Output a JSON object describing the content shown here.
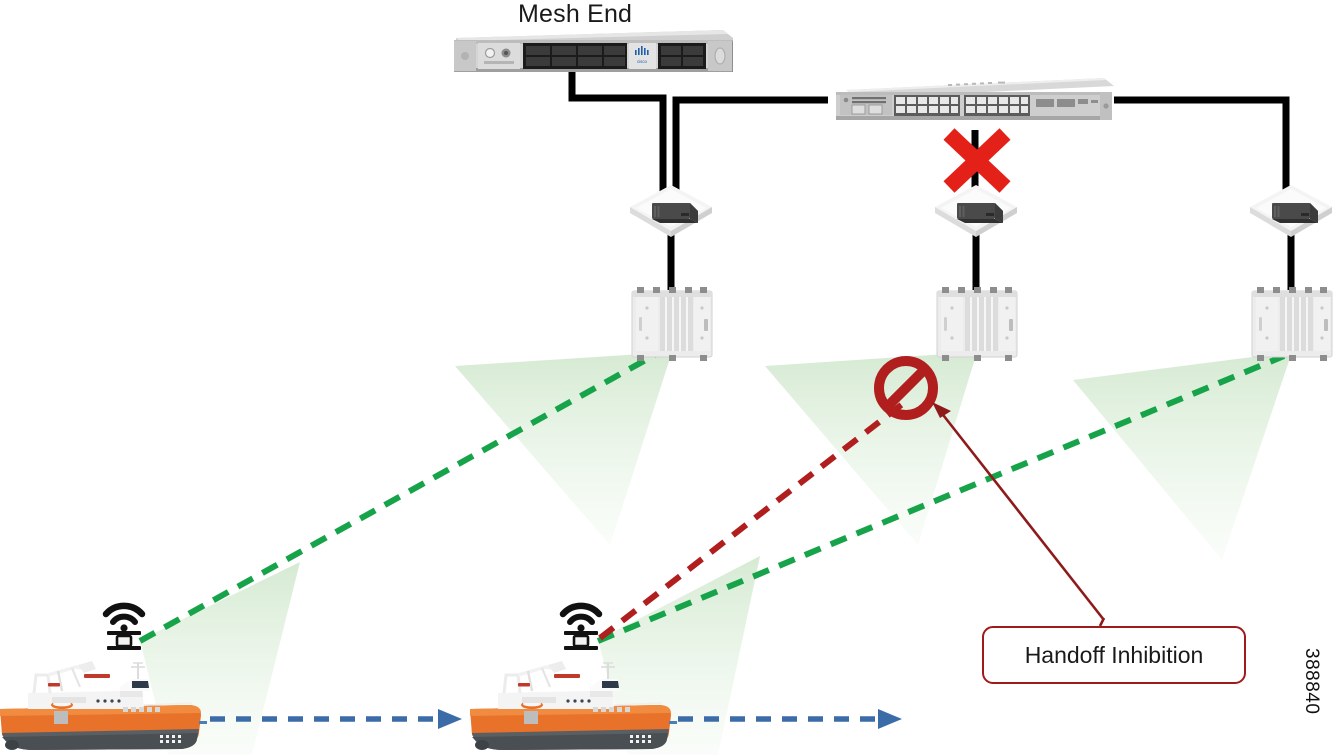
{
  "diagram": {
    "title": "Mesh End",
    "watermark": "388840",
    "background_color": "#ffffff"
  },
  "colors": {
    "link_cable": "#000000",
    "rf_good": "#16a34a",
    "rf_blocked": "#B01E1E",
    "coverage_fill": "#d8ecd6",
    "callout_border": "#9E1B1B",
    "annotation_arrow": "#8E1A1A",
    "blocked_x": "#E32119",
    "motion_arrow": "#3C6CA8",
    "text": "#1a1a1a"
  },
  "nodes": {
    "server": {
      "name": "Mesh End",
      "device_type": "cisco-rack-server",
      "brand": "cisco"
    },
    "switch": {
      "device_type": "cisco-catalyst-switch",
      "port_count": 24,
      "brand": "cisco"
    },
    "poe_nodes": [
      {
        "id": "poe-1",
        "label": "",
        "device_type": "poe-injector",
        "link_status": "up"
      },
      {
        "id": "poe-2",
        "label": "",
        "device_type": "poe-injector",
        "link_status": "down"
      },
      {
        "id": "poe-3",
        "label": "",
        "device_type": "poe-injector",
        "link_status": "up"
      }
    ],
    "access_points": [
      {
        "id": "ap-1",
        "label": "",
        "device_type": "outdoor-access-point",
        "coverage": "active"
      },
      {
        "id": "ap-2",
        "label": "",
        "device_type": "outdoor-access-point",
        "coverage": "active"
      },
      {
        "id": "ap-3",
        "label": "",
        "device_type": "outdoor-access-point",
        "coverage": "active"
      }
    ],
    "vessels": [
      {
        "id": "vessel-1",
        "label": "",
        "device_type": "offshore-supply-vessel",
        "client_link": "associated"
      },
      {
        "id": "vessel-2",
        "label": "",
        "device_type": "offshore-supply-vessel",
        "client_link": "associated"
      }
    ]
  },
  "markers": {
    "blocked_link_x": {
      "name": "blocked-uplink",
      "glyph": "x-cross",
      "color": "#E32119"
    },
    "prohibition": {
      "name": "handoff-blocked",
      "glyph": "no-entry",
      "color": "#B01E1E"
    }
  },
  "callout": {
    "label": "Handoff Inhibition",
    "points_to": "handoff-blocked"
  },
  "legend_links": {
    "good_rf_style": "dashed-green",
    "blocked_rf_style": "dashed-red",
    "vessel_motion_style": "dashed-blue-arrow"
  }
}
